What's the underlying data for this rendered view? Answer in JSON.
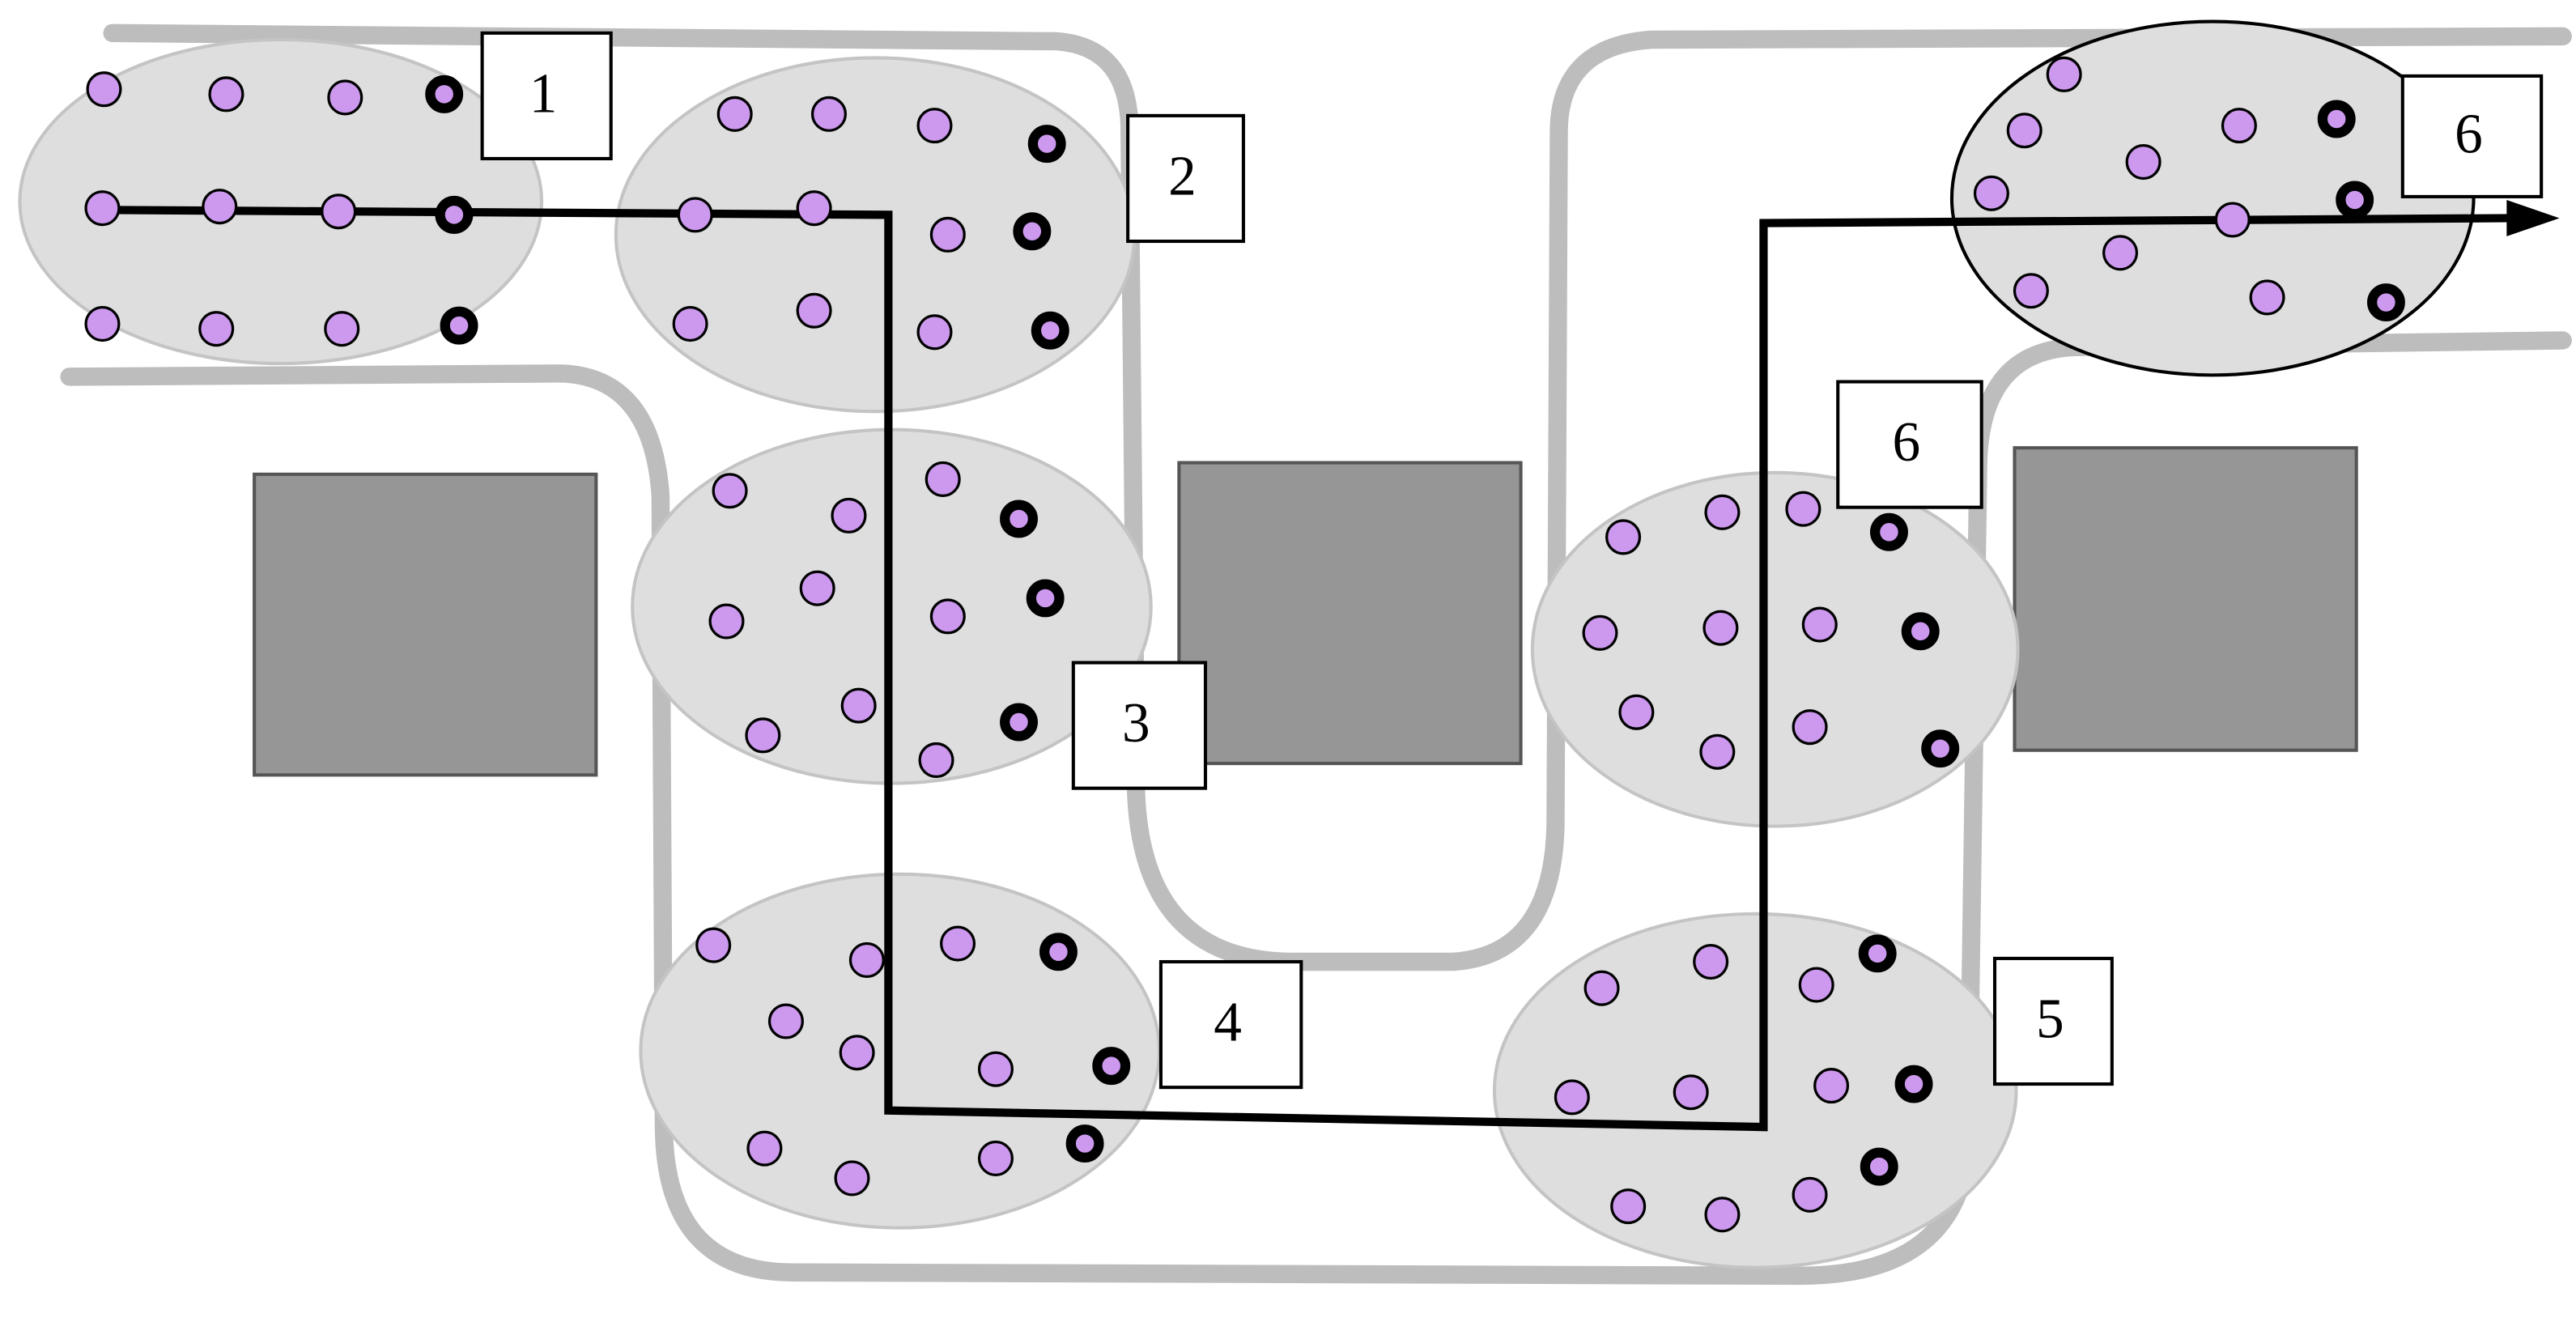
{
  "colors": {
    "background": "#ffffff",
    "corridor": "#bdbdbd",
    "cluster_fill": "#dedede",
    "cluster_stroke": "#c4c4c4",
    "cluster_stroke_last": "#000000",
    "block": "#969696",
    "dot": "#cc99ee",
    "path": "#000000"
  },
  "region_labels": [
    {
      "id": "1",
      "text": "1"
    },
    {
      "id": "2",
      "text": "2"
    },
    {
      "id": "3",
      "text": "3"
    },
    {
      "id": "4",
      "text": "4"
    },
    {
      "id": "5",
      "text": "5"
    },
    {
      "id": "6a",
      "text": "6"
    },
    {
      "id": "6b",
      "text": "6"
    }
  ],
  "icons": {
    "path_arrow": "arrow-right-icon"
  }
}
